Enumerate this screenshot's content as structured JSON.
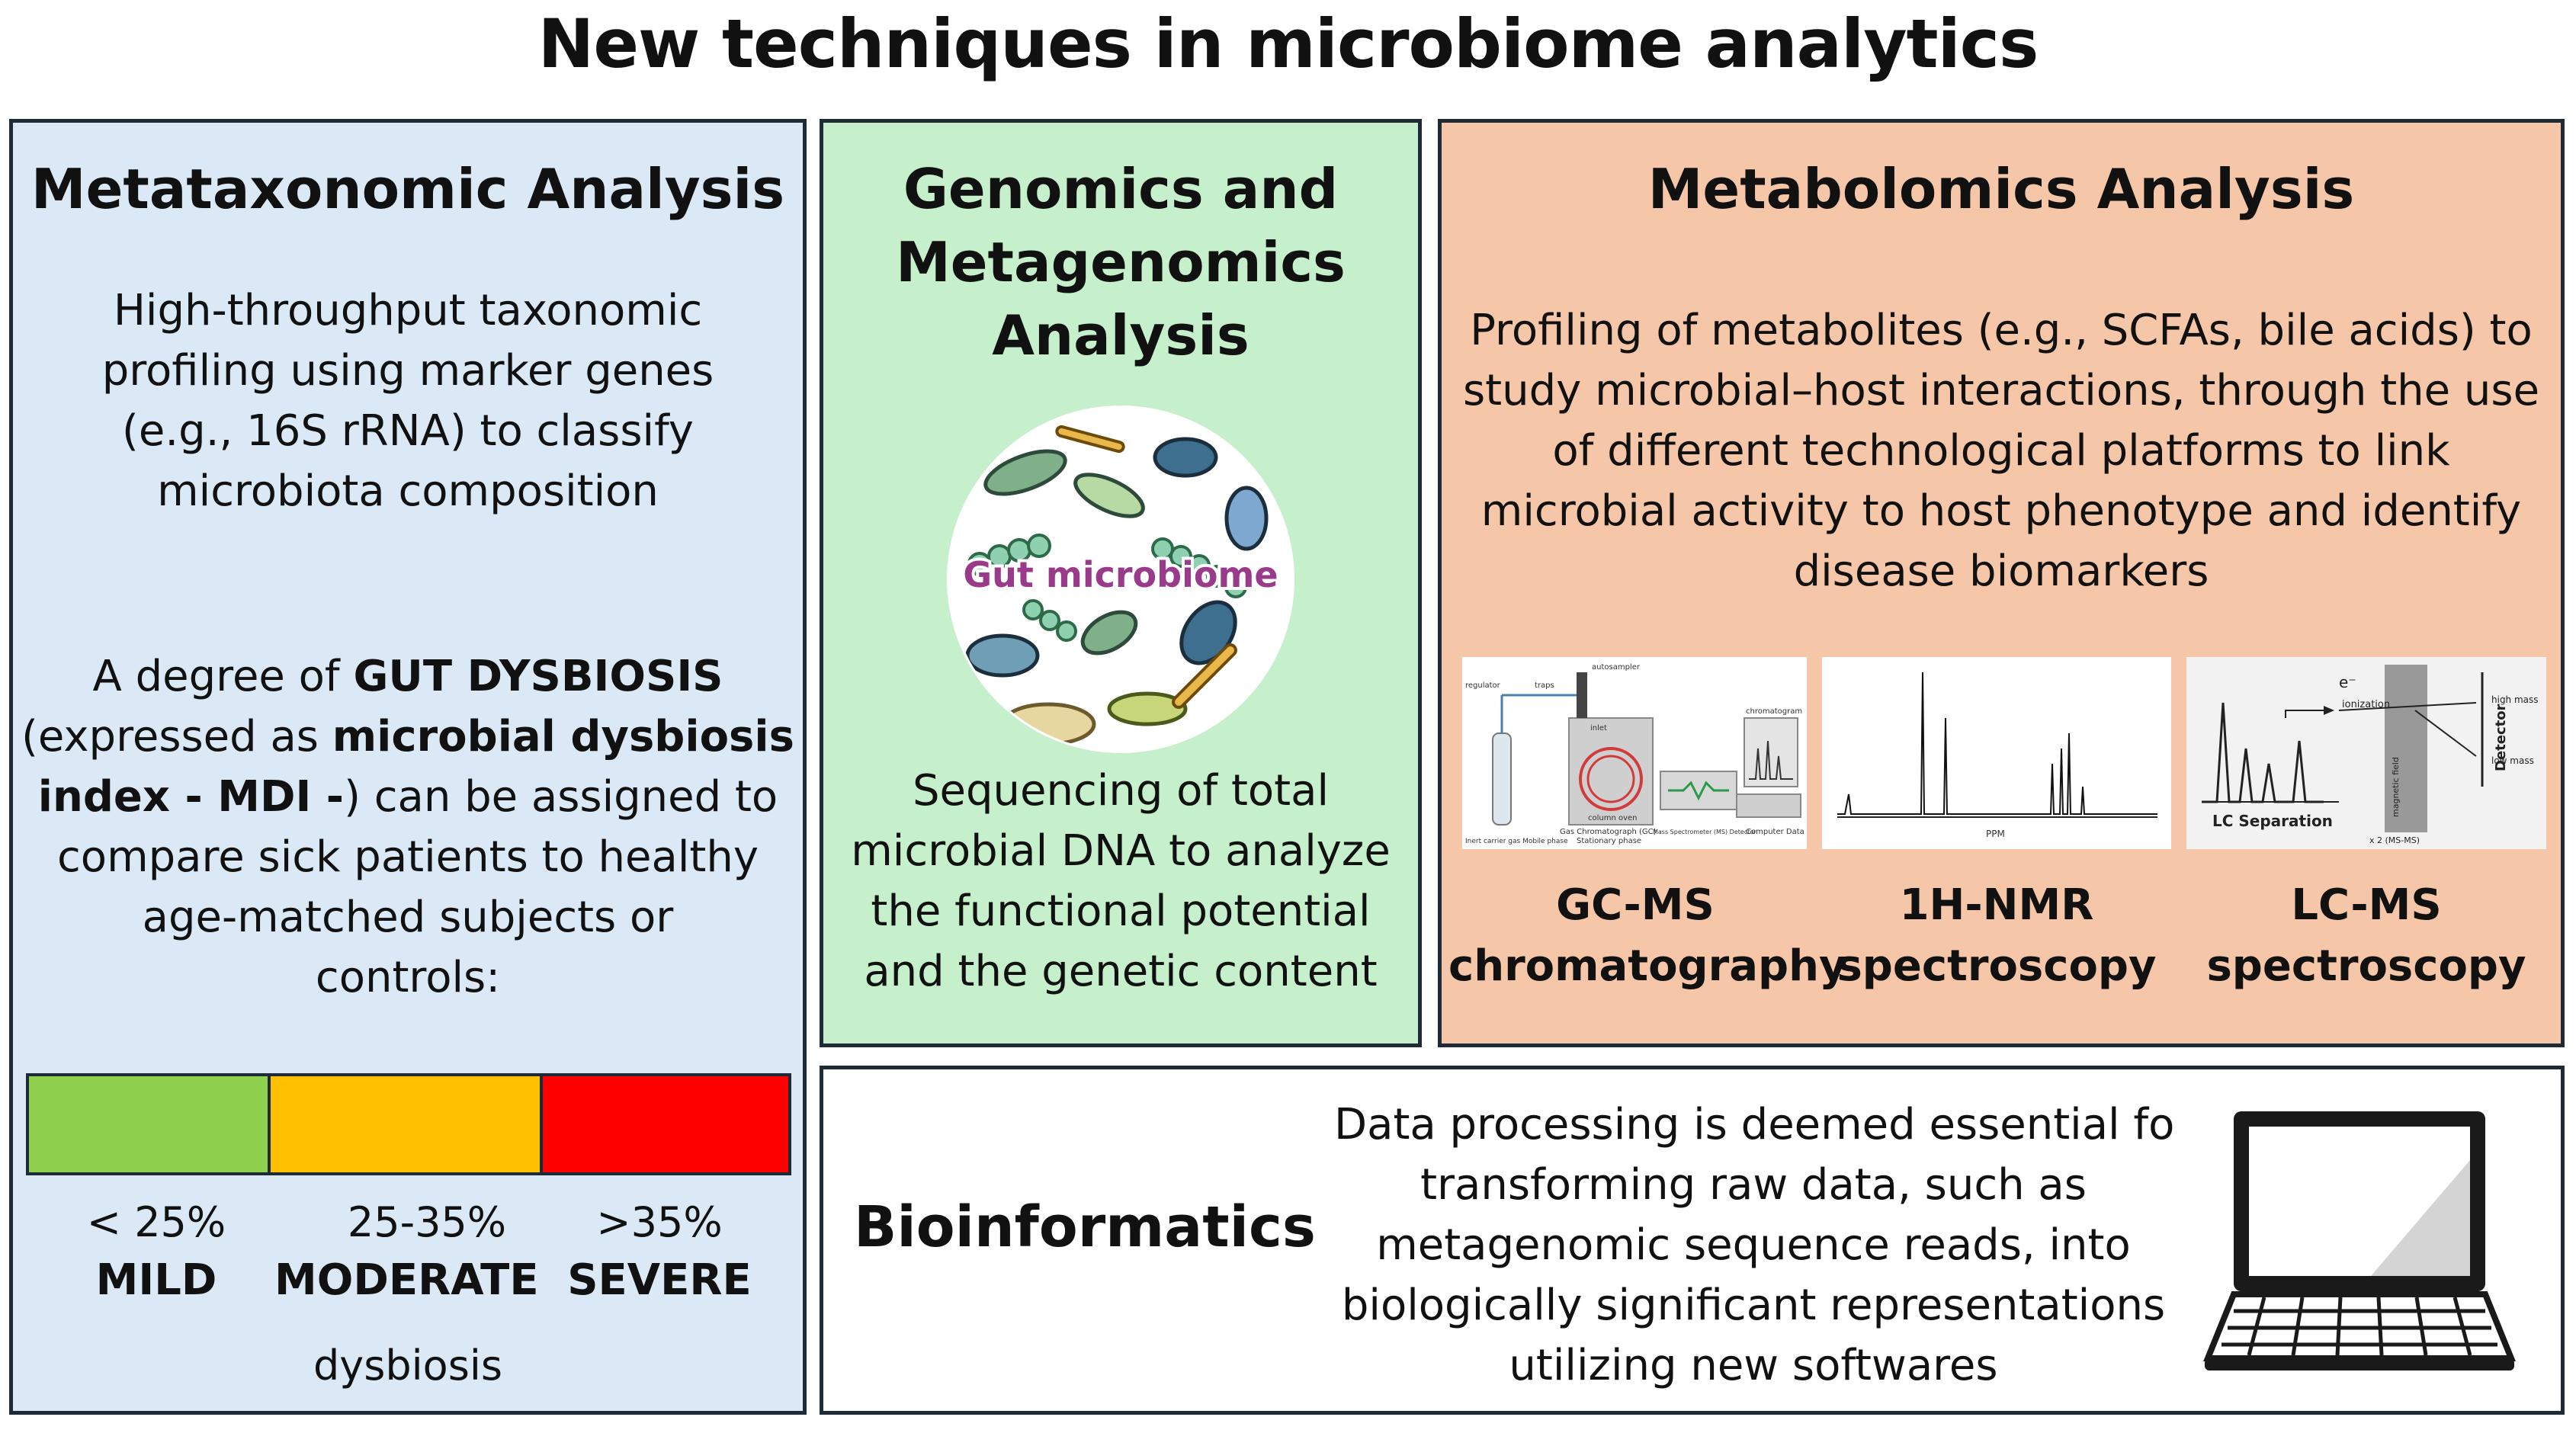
{
  "title": "New techniques in microbiome analytics",
  "metataxonomic": {
    "title": "Metataxonomic Analysis",
    "description": [
      "High-throughput taxonomic",
      "profiling using marker genes",
      "(e.g., 16S rRNA) to classify",
      "microbiota composition"
    ],
    "dysbiosis_text": {
      "l1_a": "A degree of ",
      "l1_b": "GUT DYSBIOSIS",
      "l2_a": "(expressed as ",
      "l2_b": "microbial dysbiosis",
      "l3_a": "index - MDI -",
      "l3_b": ") can be assigned to",
      "l4": "compare sick patients to healthy",
      "l5": "age-matched subjects or",
      "l6": "controls:"
    },
    "scale": [
      {
        "range": "< 25%",
        "level": "MILD",
        "color": "#8fd14f"
      },
      {
        "range": "25-35%",
        "level": "MODERATE",
        "color": "#ffc000"
      },
      {
        "range": ">35%",
        "level": "SEVERE",
        "color": "#ff0000"
      }
    ],
    "scale_caption": "dysbiosis"
  },
  "genomics": {
    "title": [
      "Genomics and",
      "Metagenomics",
      "Analysis"
    ],
    "image_label": "Gut microbiome",
    "description": [
      "Sequencing of total",
      "microbial DNA to analyze",
      "the functional potential",
      "and the genetic content"
    ]
  },
  "metabolomics": {
    "title": "Metabolomics Analysis",
    "description": [
      "Profiling of metabolites (e.g., SCFAs, bile acids) to",
      "study microbial–host interactions, through the use",
      "of different technological platforms to link",
      "microbial activity to host phenotype and identify",
      "disease biomarkers"
    ],
    "techniques": [
      {
        "name": "GC-MS",
        "type": "chromatography"
      },
      {
        "name": "1H-NMR",
        "type": "spectroscopy"
      },
      {
        "name": "LC-MS",
        "type": "spectroscopy"
      }
    ],
    "gcms_labels": [
      "regulator",
      "traps",
      "autosampler",
      "inlet",
      "column oven",
      "Gas Chromatograph (GC)",
      "Stationary phase",
      "Mass Spectrometer (MS) Detector",
      "chromatogram",
      "Computer Data",
      "Inert carrier gas Mobile phase"
    ],
    "nmr_axis_label": "PPM",
    "lcms_labels": [
      "e⁻",
      "ionization",
      "magnetic field",
      "Detector",
      "high mass",
      "low mass",
      "LC Separation",
      "x 2 (MS-MS)"
    ]
  },
  "bioinformatics": {
    "title": "Bioinformatics",
    "description": [
      "Data processing is deemed essential fo",
      "transforming raw data, such as",
      "metagenomic sequence reads, into",
      "biologically significant representations",
      "utilizing new softwares"
    ]
  }
}
